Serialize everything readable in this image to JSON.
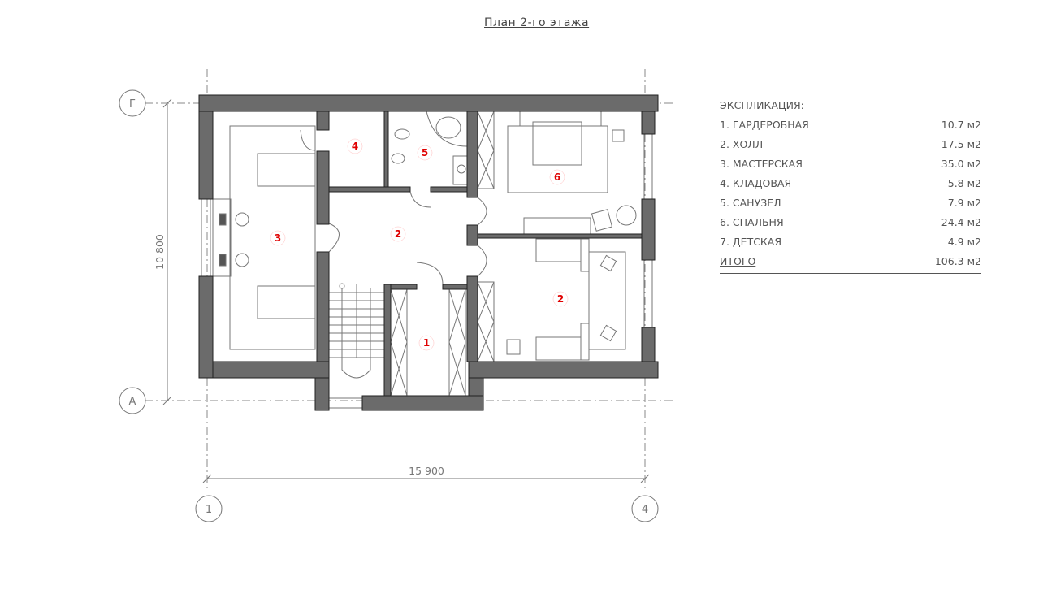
{
  "title": "План 2-го этажа",
  "axes": {
    "top": "Г",
    "bottom": "А",
    "left": "1",
    "right": "4"
  },
  "dimensions": {
    "width": "15 900",
    "height": "10 800"
  },
  "rooms": [
    {
      "number": "1"
    },
    {
      "number": "2"
    },
    {
      "number": "3"
    },
    {
      "number": "4"
    },
    {
      "number": "5"
    },
    {
      "number": "6"
    },
    {
      "number": "2"
    }
  ],
  "explication": {
    "heading": "ЭКСПЛИКАЦИЯ:",
    "items": [
      {
        "name": "1. ГАРДЕРОБНАЯ",
        "area": "10.7 м2"
      },
      {
        "name": "2. ХОЛЛ",
        "area": "17.5 м2"
      },
      {
        "name": "3. МАСТЕРСКАЯ",
        "area": "35.0 м2"
      },
      {
        "name": "4. КЛАДОВАЯ",
        "area": "5.8 м2"
      },
      {
        "name": "5. САНУЗЕЛ",
        "area": "7.9 м2"
      },
      {
        "name": "6. СПАЛЬНЯ",
        "area": "24.4 м2"
      },
      {
        "name": "7. ДЕТСКАЯ",
        "area": "4.9 м2"
      }
    ],
    "total": {
      "name": "ИТОГО",
      "area": "106.3 м2"
    }
  },
  "colors": {
    "wall": "#6b6b6b",
    "room_label": "#e00000"
  }
}
